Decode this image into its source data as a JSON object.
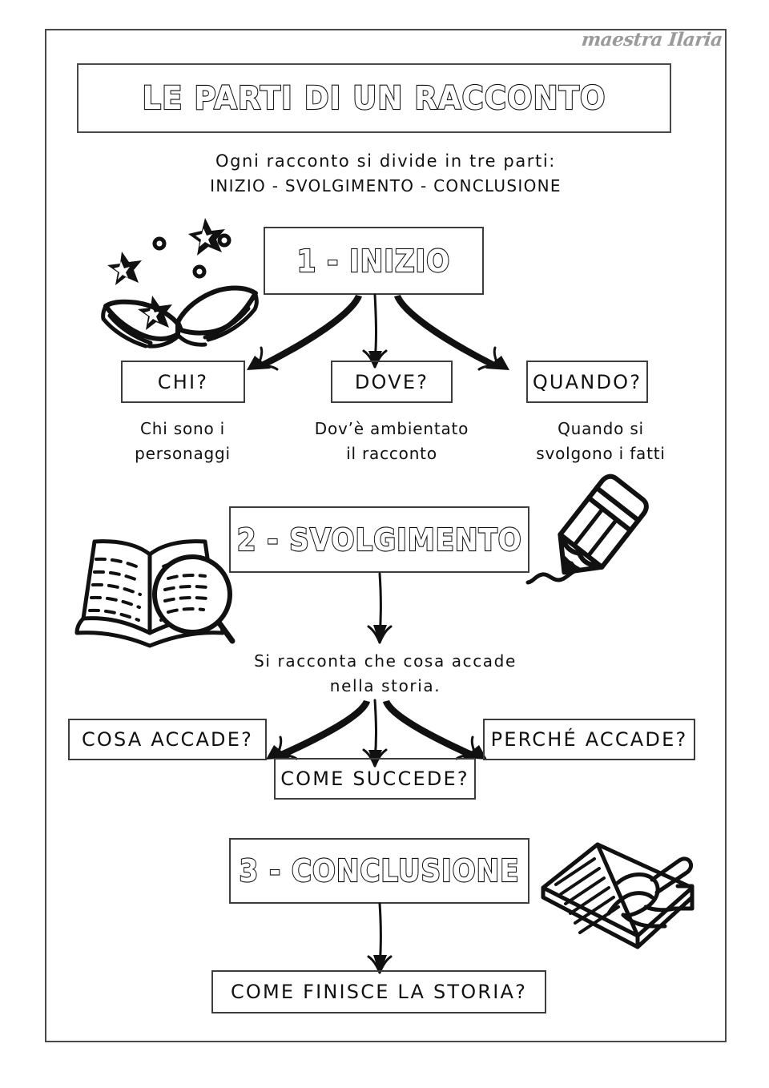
{
  "page": {
    "watermark": "maestra Ilaria",
    "title": "LE PARTI  DI UN RACCONTO",
    "subtitle_line1": "Ogni racconto si divide in tre parti:",
    "subtitle_line2": "INIZIO - SVOLGIMENTO - CONCLUSIONE",
    "border_color": "#4a4a4a",
    "ink_color": "#111111",
    "watermark_color": "#9a9a9a"
  },
  "sections": {
    "inizio": {
      "header": "1 - INIZIO",
      "questions": [
        {
          "label": "CHI?",
          "caption_line1": "Chi sono i",
          "caption_line2": "personaggi"
        },
        {
          "label": "DOVE?",
          "caption_line1": "Dov’è ambientato",
          "caption_line2": "il racconto"
        },
        {
          "label": "QUANDO?",
          "caption_line1": "Quando si",
          "caption_line2": "svolgono i fatti"
        }
      ]
    },
    "svolgimento": {
      "header": "2 - SVOLGIMENTO",
      "note_line1": "Si racconta che cosa accade",
      "note_line2": "nella storia.",
      "questions": [
        {
          "label": "COSA ACCADE?"
        },
        {
          "label": "COME SUCCEDE?"
        },
        {
          "label": "PERCHÉ ACCADE?"
        }
      ]
    },
    "conclusione": {
      "header": "3 - CONCLUSIONE",
      "questions": [
        {
          "label": "COME FINISCE LA STORIA?"
        }
      ]
    }
  },
  "illustrations": [
    {
      "name": "open-book-with-stars-icon",
      "description": "open book with stars"
    },
    {
      "name": "book-magnifier-icon",
      "description": "open book with magnifying glass"
    },
    {
      "name": "pencil-icon",
      "description": "pencil drawing a line"
    },
    {
      "name": "hand-writing-notebook-icon",
      "description": "hand writing in a notebook"
    }
  ]
}
